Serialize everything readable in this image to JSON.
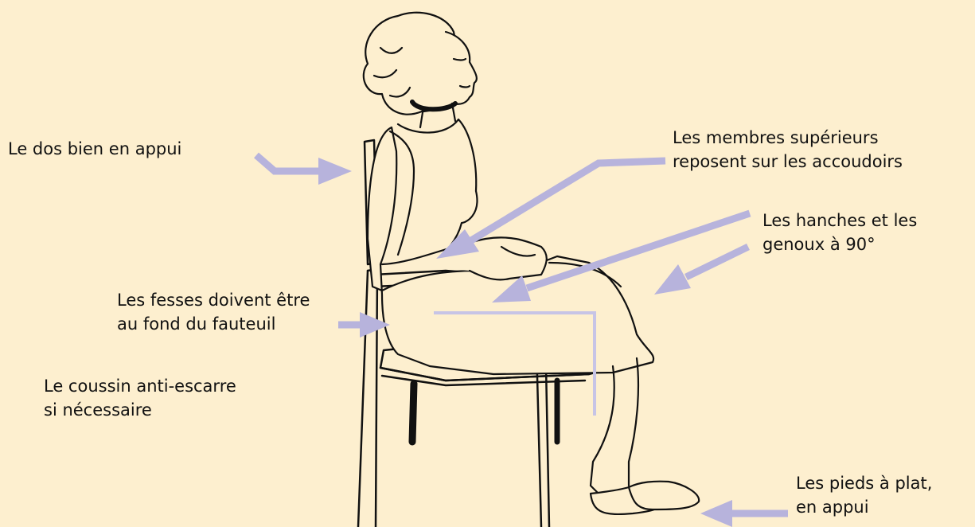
{
  "colors": {
    "background": "#FDEFCF",
    "arrow": "#B7B3DC",
    "angle_line": "#C7C4E6",
    "drawing": "#111111"
  },
  "labels": {
    "back": "Le dos bien en appui",
    "upper_limbs": [
      "Les membres supérieurs",
      "reposent sur les accoudoirs"
    ],
    "hips_knees": [
      "Les hanches et les",
      "genoux à 90°"
    ],
    "buttocks": [
      "Les fesses doivent être",
      "au fond du fauteuil"
    ],
    "cushion": [
      "Le coussin anti-escarre",
      "si nécessaire"
    ],
    "feet": [
      "Les pieds à plat,",
      "en appui"
    ]
  }
}
